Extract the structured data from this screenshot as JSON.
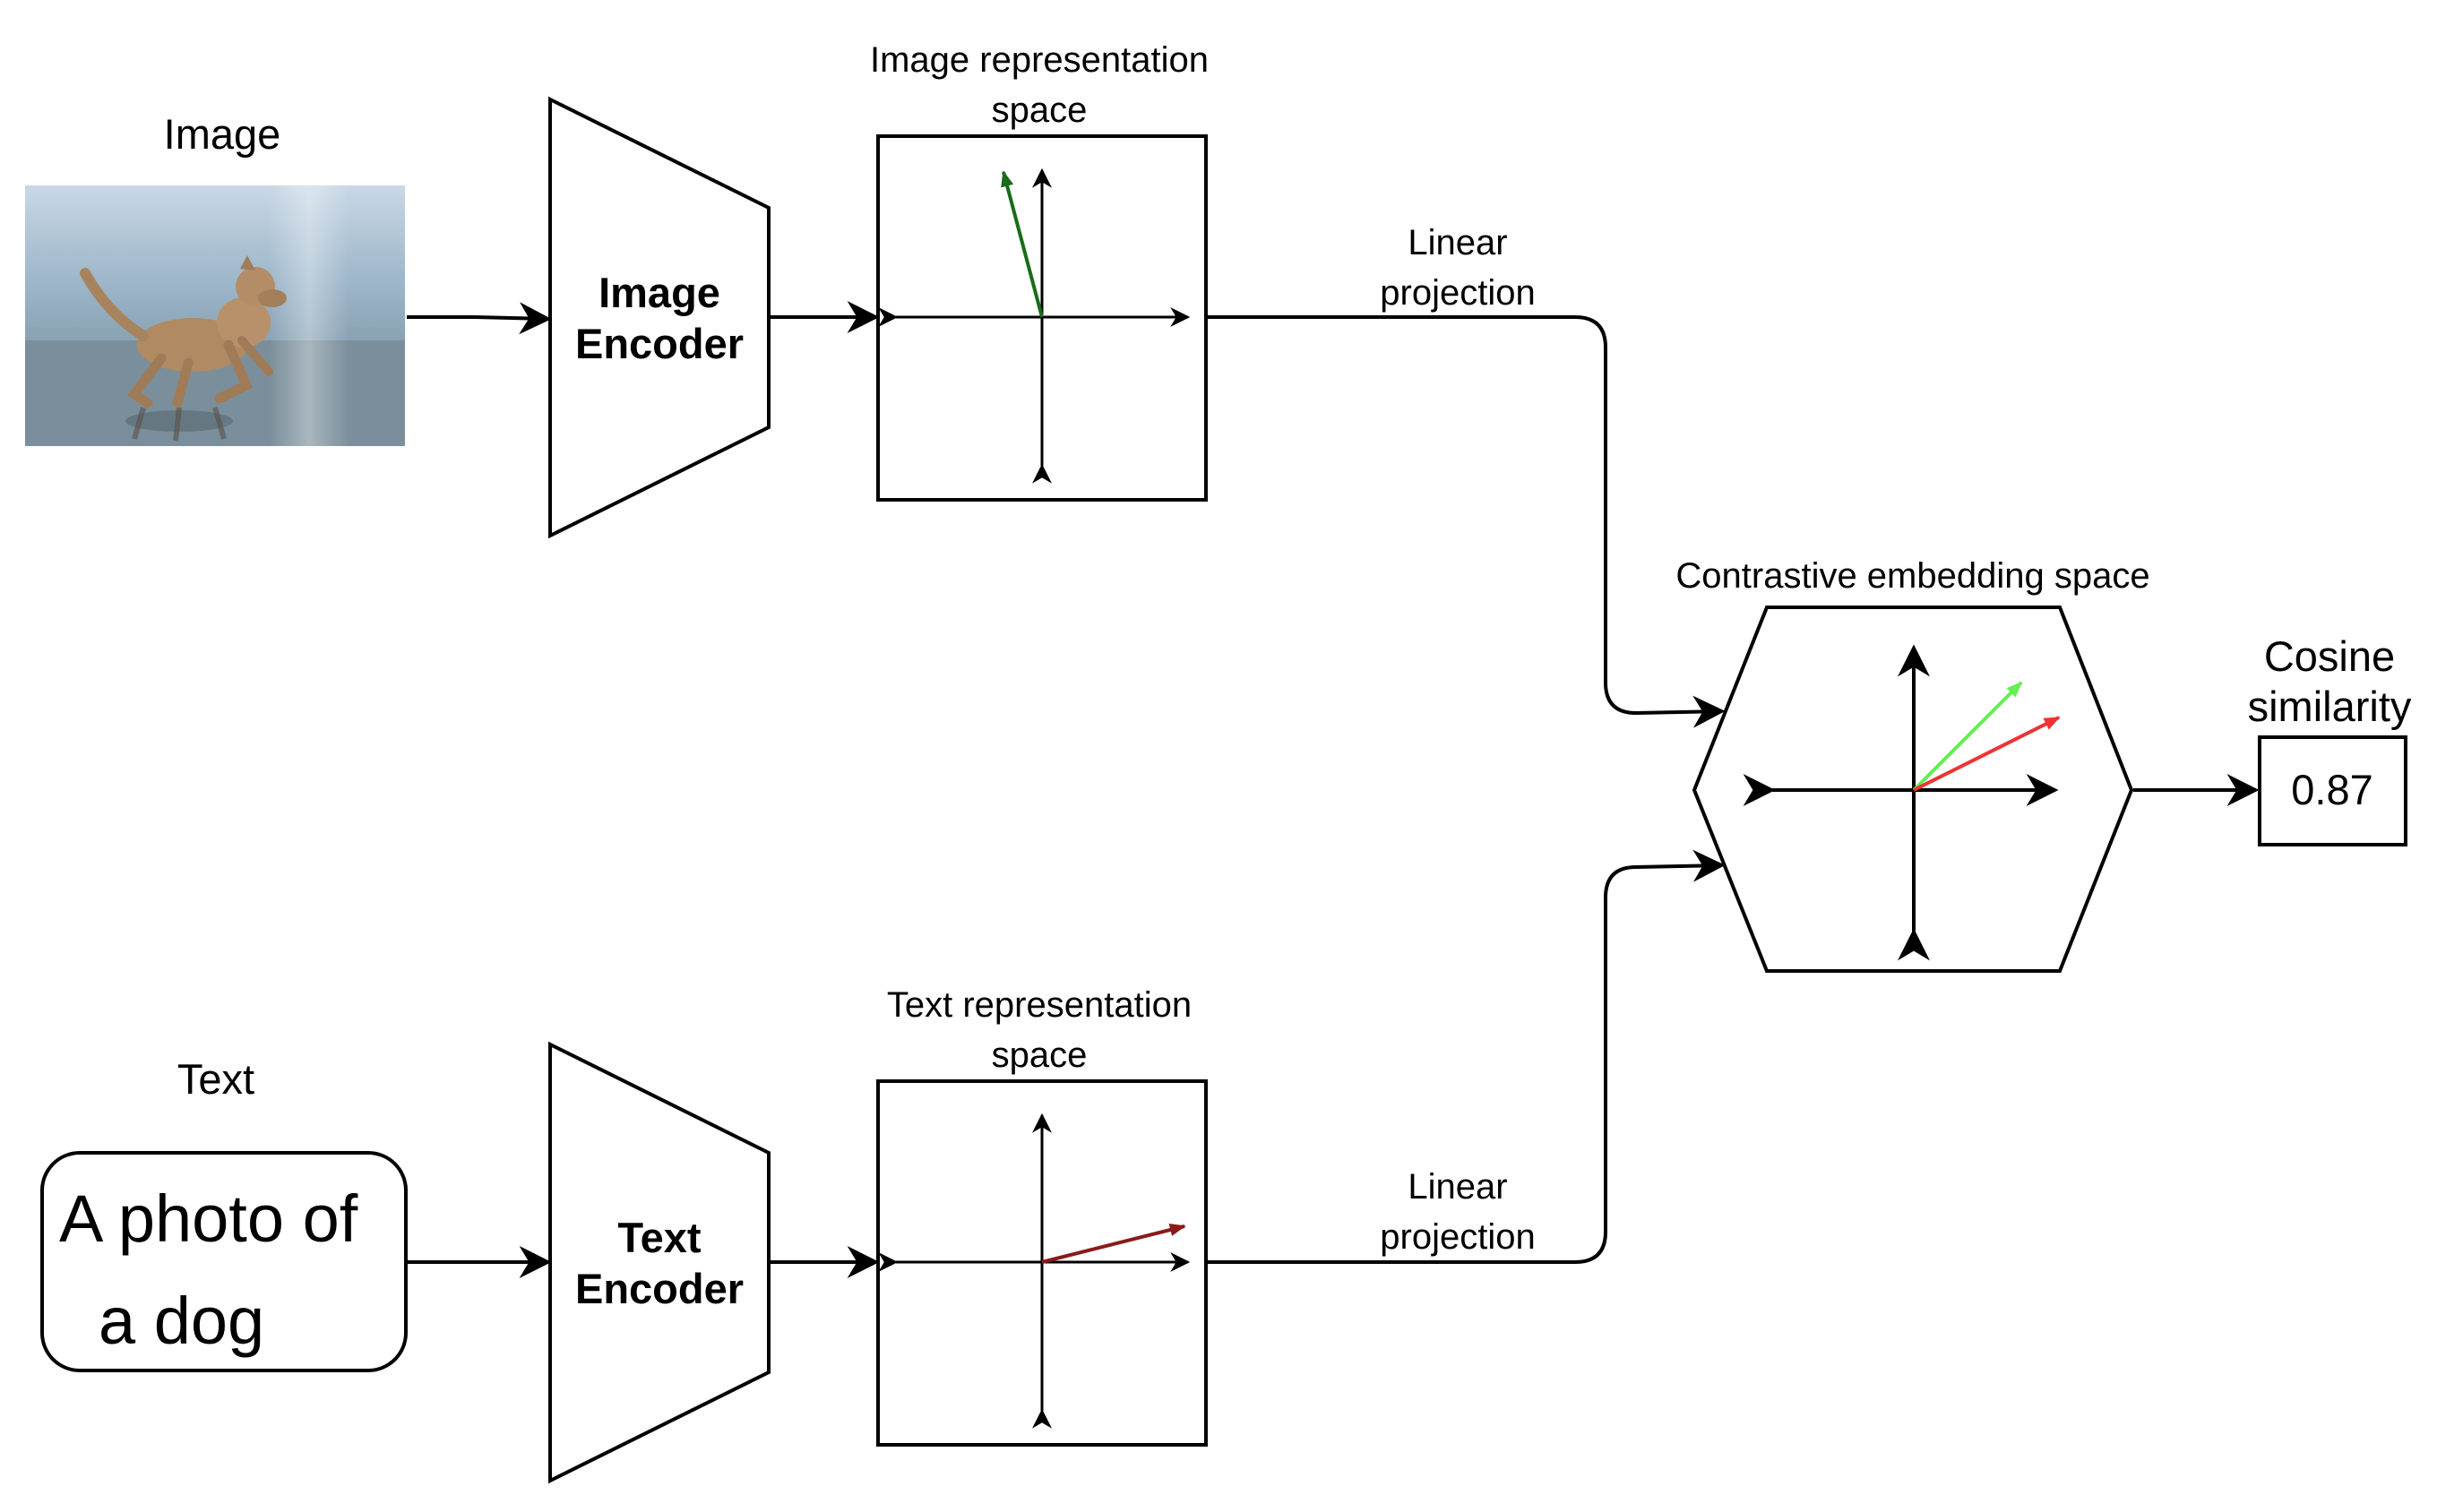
{
  "image_input": {
    "label": "Image",
    "photo_alt": "photo of a dog running on a beach"
  },
  "text_input": {
    "label": "Text",
    "line1": "A photo of",
    "line2": "a dog"
  },
  "image_encoder": {
    "line1": "Image",
    "line2": "Encoder"
  },
  "text_encoder": {
    "line1": "Text",
    "line2": "Encoder"
  },
  "image_space": {
    "line1": "Image representation",
    "line2": "space"
  },
  "text_space": {
    "line1": "Text representation",
    "line2": "space"
  },
  "projection_top": {
    "line1": "Linear",
    "line2": "projection"
  },
  "projection_bottom": {
    "line1": "Linear",
    "line2": "projection"
  },
  "contrastive_space": {
    "label": "Contrastive embedding space"
  },
  "cosine": {
    "line1": "Cosine",
    "line2": "similarity",
    "value": "0.87"
  },
  "colors": {
    "image_vector": "#1a6b1a",
    "text_vector": "#8b1a1a",
    "contrastive_green": "#66ee55",
    "contrastive_red": "#ee3333",
    "stroke": "#000000"
  }
}
